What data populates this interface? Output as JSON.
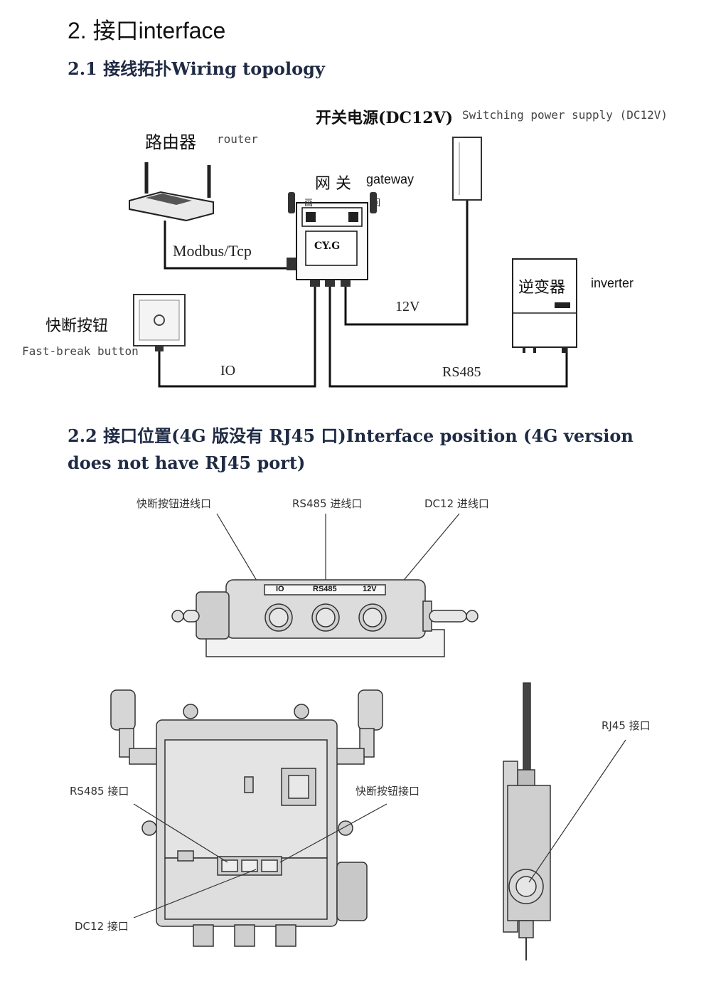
{
  "section": {
    "title": "2. 接口interface"
  },
  "sub1": {
    "title": "2.1 接线拓扑Wiring topology"
  },
  "sub2": {
    "title_line1": "2.2 接口位置(4G 版没有 RJ45 口)Interface position (4G version",
    "title_line2": "does not have RJ45 port)"
  },
  "topology": {
    "psu_cn": "开关电源(DC12V)",
    "psu_en": "Switching power supply (DC12V)",
    "router_cn": "路由器",
    "router_en": "router",
    "gateway_cn": "网 关",
    "gateway_en": "gateway",
    "gateway_brand": "CY.G",
    "modbus": "Modbus/Tcp",
    "inverter_cn": "逆变器",
    "inverter_en": "inverter",
    "v12": "12V",
    "button_cn": "快断按钮",
    "button_en": "Fast-break button",
    "io": "IO",
    "rs485": "RS485",
    "mark_a": "画",
    "mark_b": "回",
    "mark_c": "𢁧"
  },
  "ports": {
    "label_button_in": "快断按钮进线口",
    "label_rs485_in": "RS485 进线口",
    "label_dc12_in": "DC12 进线口",
    "port_io": "IO",
    "port_rs485": "RS485",
    "port_12v": "12V",
    "label_rs485_if": "RS485 接口",
    "label_button_if": "快断按钮接口",
    "label_dc12_if": "DC12 接口",
    "label_rj45_if": "RJ45 接口"
  }
}
